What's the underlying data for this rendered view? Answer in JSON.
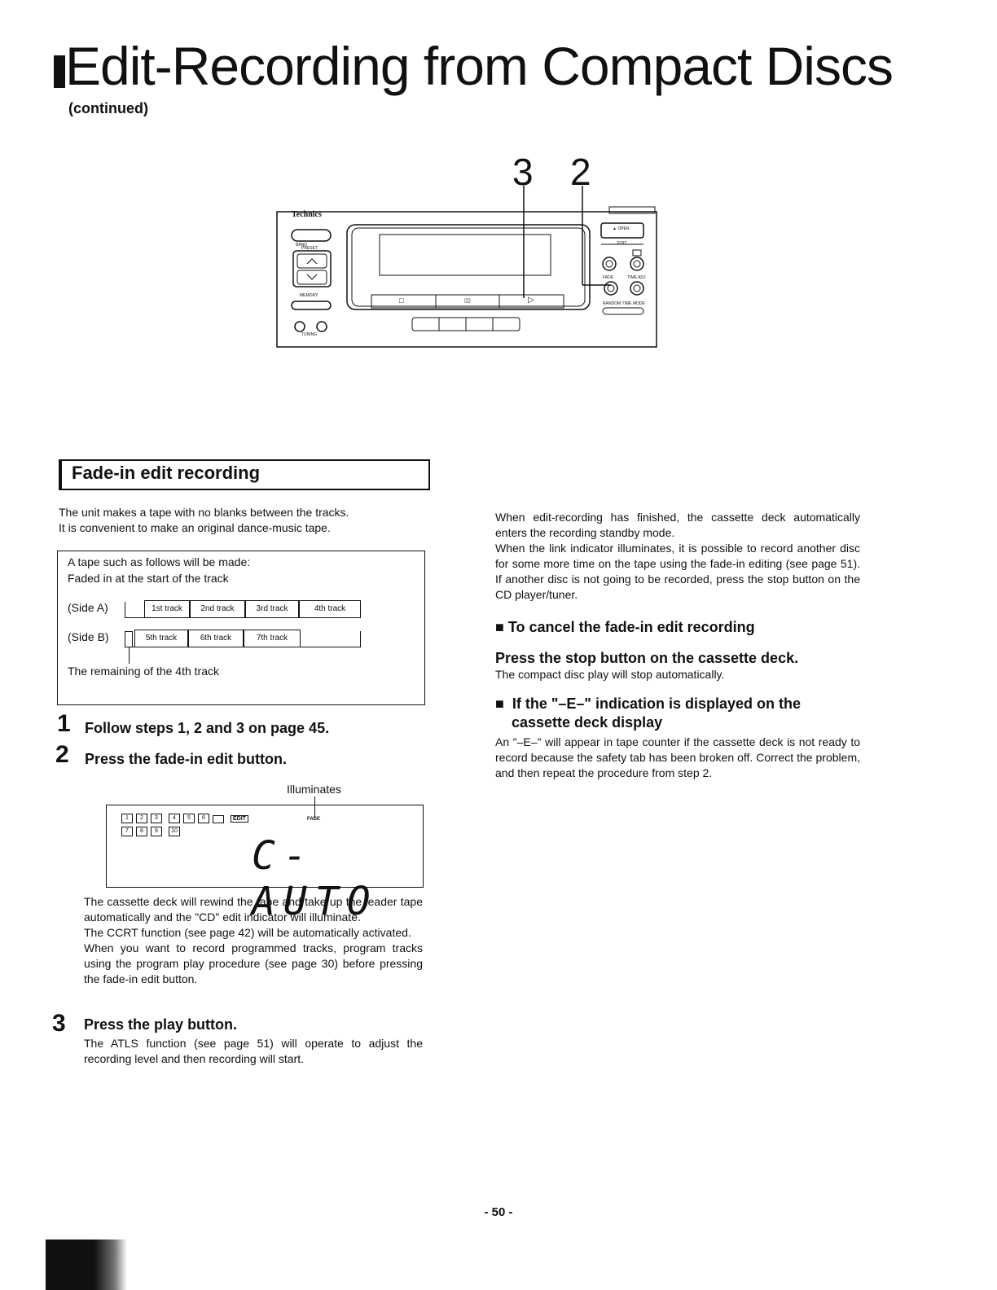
{
  "page": {
    "title": "Edit-Recording from Compact Discs",
    "subtitle": "(continued)",
    "page_number": "- 50 -"
  },
  "figure": {
    "callouts": [
      "3",
      "2"
    ],
    "brand": "Technics",
    "panel_labels": {
      "band": "BAND",
      "preset": "PRESET",
      "memory": "MEMORY",
      "tuning": "TUNING",
      "open": "▲ OPEN",
      "edit": "EDIT",
      "fade": "FADE",
      "time_adj": "TIME ADJ",
      "random": "RANDOM  TIME MODE"
    },
    "deck_buttons": [
      "□",
      "▯▯",
      "▷"
    ]
  },
  "section": {
    "heading": "Fade-in edit recording",
    "intro": [
      "The unit makes a tape with no blanks between the tracks.",
      "It is convenient to make an original dance-music tape."
    ],
    "example": {
      "line1": "A tape such as follows will be made:",
      "line2": "Faded in at the start of the track",
      "side_a_label": "(Side A)",
      "side_b_label": "(Side B)",
      "side_a_tracks": [
        "1st track",
        "2nd track",
        "3rd track",
        "4th track"
      ],
      "side_b_tracks": [
        "5th track",
        "6th track",
        "7th track"
      ],
      "remaining": "The remaining of the 4th track"
    }
  },
  "steps": [
    {
      "num": "1",
      "heading": "Follow steps 1, 2 and 3 on page 45."
    },
    {
      "num": "2",
      "heading": "Press the fade-in edit button."
    },
    {
      "num": "3",
      "heading": "Press the play button.",
      "text": "The ATLS function (see page 51) will operate to adjust the recording level and then recording will start."
    }
  ],
  "display": {
    "illuminates": "Illuminates",
    "fade_label": "FADE",
    "edit_label": "EDIT",
    "readout": "C-AUTO",
    "row1": [
      "1",
      "2",
      "3",
      "4",
      "5",
      "6"
    ],
    "row2": [
      "7",
      "8",
      "9",
      "10"
    ]
  },
  "step2_text": [
    "The cassette deck will rewind the tape and take up the leader tape automatically and the \"CD\" edit indicator will illuminate.",
    "The CCRT function (see page 42) will be automatically activated.",
    "When you want to record programmed tracks, program tracks using the program play procedure (see page 30) before pressing the fade-in edit button."
  ],
  "right": {
    "para1": "When edit-recording has finished, the cassette deck automatically enters the recording standby mode.",
    "para2": "When the link indicator illuminates, it is possible to record another disc for some more time on the tape using the fade-in editing (see page 51). If another disc is not going to be recorded, press the stop button on the CD player/tuner.",
    "cancel_heading": "■ To cancel the fade-in edit recording",
    "cancel_sub": "Press the stop button on the cassette deck.",
    "cancel_text": "The compact disc play will stop automatically.",
    "e_heading_1": "■  If the \"–E–\" indication is displayed on the",
    "e_heading_2": "cassette deck display",
    "e_text": "An \"–E–\" will appear in tape counter if the cassette deck is not ready to record because the safety tab has been broken off. Correct the problem, and then repeat the procedure from step 2."
  }
}
